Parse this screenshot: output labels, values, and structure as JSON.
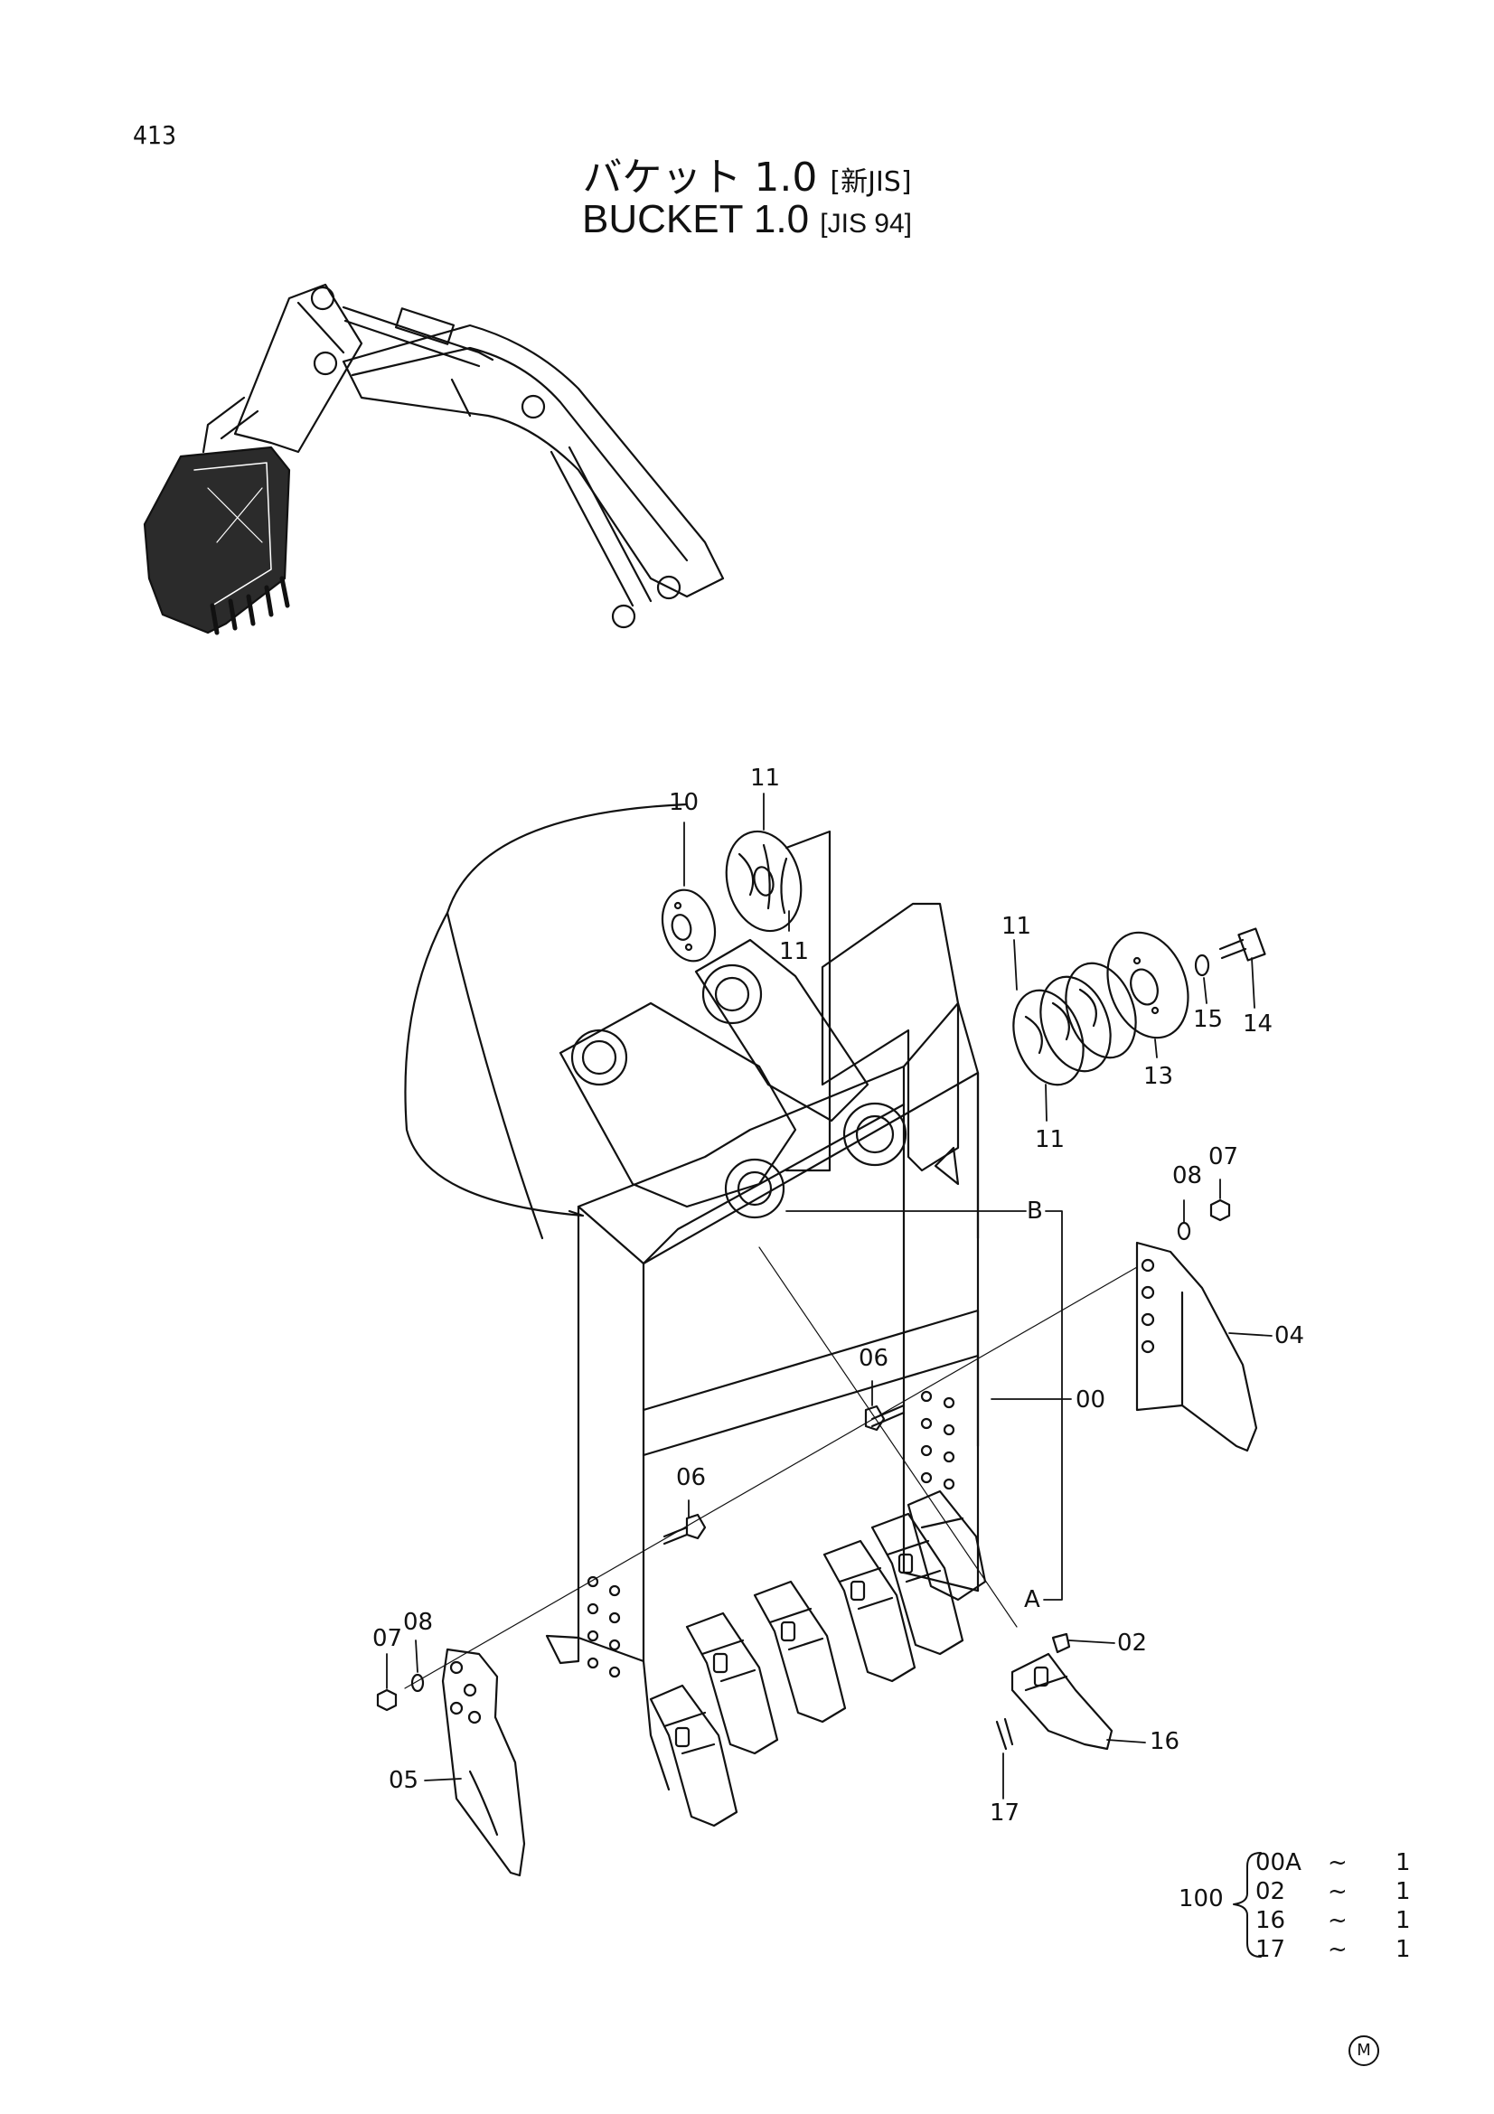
{
  "page": {
    "number": "413",
    "title_jp": "バケット 1.0",
    "title_jp_bracket": "[新JIS]",
    "title_en": "BUCKET 1.0",
    "title_en_bracket": "[JIS 94]"
  },
  "callouts": [
    {
      "id": "c10",
      "text": "10"
    },
    {
      "id": "c11a",
      "text": "11"
    },
    {
      "id": "c11b",
      "text": "11"
    },
    {
      "id": "c11c",
      "text": "11"
    },
    {
      "id": "c11d",
      "text": "11"
    },
    {
      "id": "c13",
      "text": "13"
    },
    {
      "id": "c14",
      "text": "14"
    },
    {
      "id": "c15",
      "text": "15"
    },
    {
      "id": "c08a",
      "text": "08"
    },
    {
      "id": "c07a",
      "text": "07"
    },
    {
      "id": "cB",
      "text": "B"
    },
    {
      "id": "c04",
      "text": "04"
    },
    {
      "id": "c06a",
      "text": "06"
    },
    {
      "id": "c00",
      "text": "00"
    },
    {
      "id": "c06b",
      "text": "06"
    },
    {
      "id": "cA",
      "text": "A"
    },
    {
      "id": "c07b",
      "text": "07"
    },
    {
      "id": "c08b",
      "text": "08"
    },
    {
      "id": "c02",
      "text": "02"
    },
    {
      "id": "c16",
      "text": "16"
    },
    {
      "id": "c05",
      "text": "05"
    },
    {
      "id": "c17",
      "text": "17"
    }
  ],
  "kit": {
    "assembly": "100",
    "items": [
      {
        "code": "00A",
        "tilde": "~",
        "qty": "1"
      },
      {
        "code": "02",
        "tilde": "~",
        "qty": "1"
      },
      {
        "code": "16",
        "tilde": "~",
        "qty": "1"
      },
      {
        "code": "17",
        "tilde": "~",
        "qty": "1"
      }
    ]
  },
  "corner_mark": "M"
}
